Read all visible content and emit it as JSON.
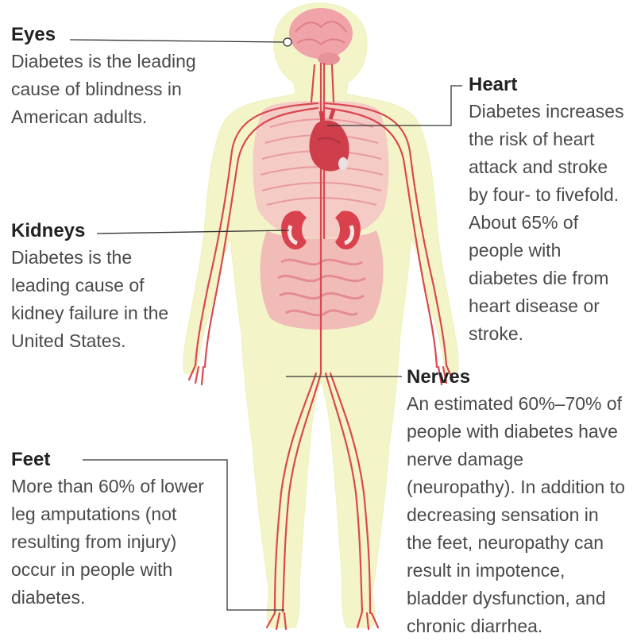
{
  "callouts": {
    "eyes": {
      "title": "Eyes",
      "text": "Diabetes is the leading cause of blindness in American adults."
    },
    "heart": {
      "title": "Heart",
      "text": "Diabetes increases the risk of heart attack and stroke by four- to fivefold. About 65% of people with diabetes die from heart disease or stroke."
    },
    "kidneys": {
      "title": "Kidneys",
      "text": "Diabetes is the leading cause of kidney failure in the United States."
    },
    "nerves": {
      "title": "Nerves",
      "text": "An estimated 60%–70% of people with diabetes have nerve damage (neuropathy). In addition to decreasing sensation in the feet, neuropathy can result in impotence, bladder dysfunction, and chronic diarrhea."
    },
    "feet": {
      "title": "Feet",
      "text": "More than 60% of lower leg amputations (not resulting from injury) occur in people with diabetes."
    }
  },
  "colors": {
    "body_outline": "#f3f5c8",
    "body_tissue": "#f4c3c6",
    "vessel": "#d9484f",
    "organ": "#e0505c",
    "leader_line": "#333333"
  }
}
